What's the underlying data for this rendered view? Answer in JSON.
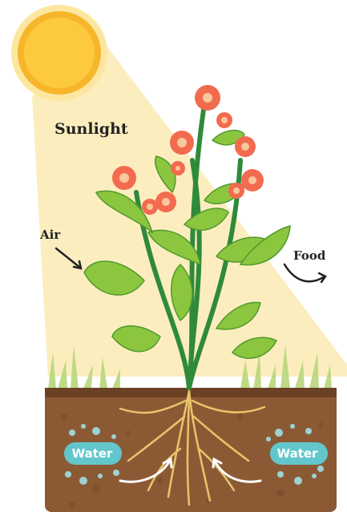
{
  "labels": {
    "sunlight": "Sunlight",
    "air": "Air",
    "food": "Food",
    "water_left": "Water",
    "water_right": "Water"
  },
  "colors": {
    "sun": "#f7b62a",
    "sun_glow": "#fde7a0",
    "light_beam": "#fbeab4",
    "leaf": "#8cc63f",
    "leaf_dark": "#4f9a2c",
    "stem": "#2f8a3a",
    "flower": "#f26b4f",
    "flower_center": "#f9c79c",
    "soil": "#8b5a35",
    "soil_dark": "#6b4125",
    "roots": "#e8c56a",
    "water_badge": "#62c7cc",
    "arrow": "#ffffff"
  }
}
